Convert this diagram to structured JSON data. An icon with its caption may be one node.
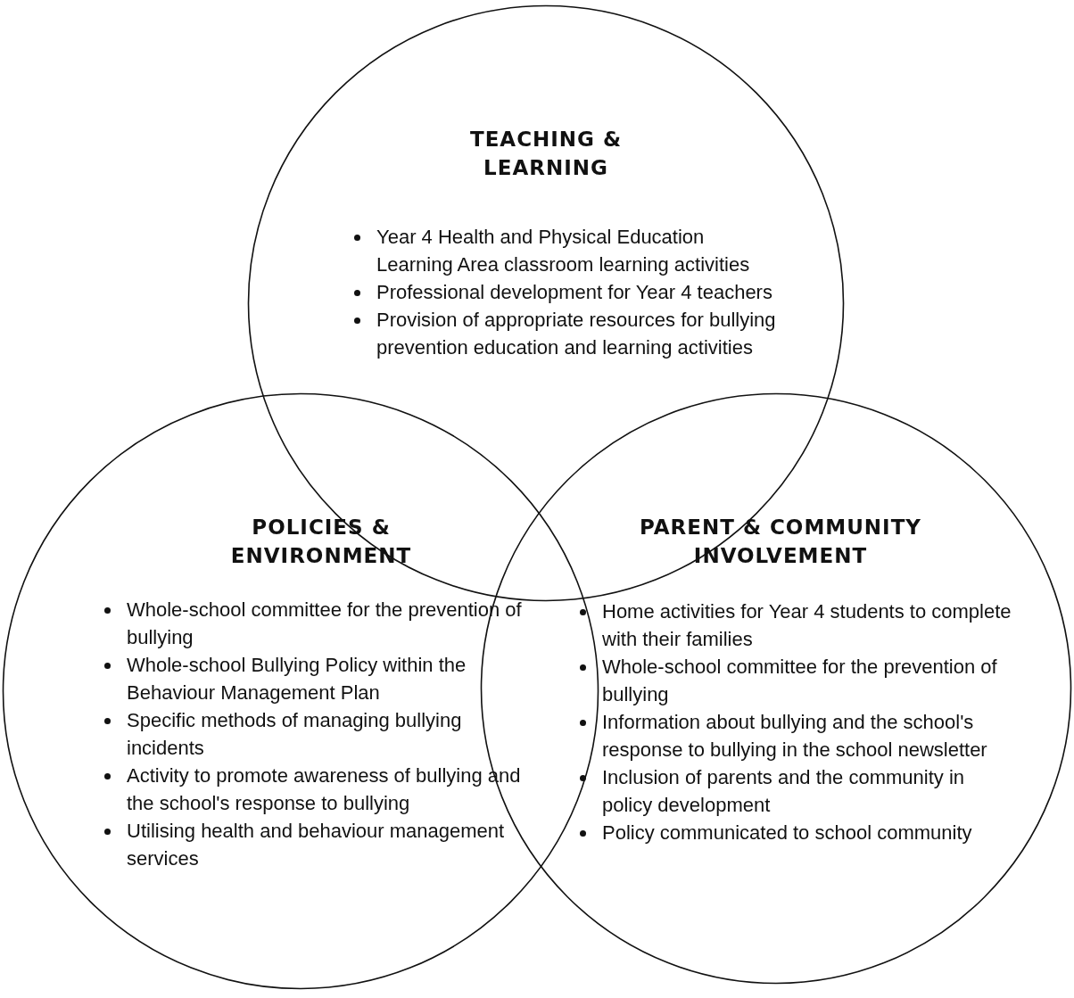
{
  "diagram": {
    "nodes": [
      {
        "text": [
          "TEACHING & LEARNING",
          "Year 4 Health and Physical Education Learning Area classroom learning activities",
          "Professional development for Year 4 teachers",
          "Provision of appropriate resources for bullying prevention education and learning activities"
        ]
      },
      {
        "text": [
          "POLICIES & ENVIRONMENT",
          "Whole-school committee for the prevention of bullying",
          "Whole-school Bullying Policy within the Behaviour Management Plan",
          "Specific methods of managing bullying incidents",
          "Activity to promote awareness of bullying and the school's response to bullying",
          "Utilising health and behaviour management services"
        ]
      },
      {
        "text": [
          "PARENT & COMMUNITY INVOLVEMENT",
          "Home activities for Year 4 students to complete with their families",
          "Whole-school committee for the prevention of bullying",
          "Information about bullying and the school's response to bullying in the school newsletter",
          "Inclusion of parents and the community in policy development",
          "Policy communicated to school community"
        ]
      }
    ]
  }
}
